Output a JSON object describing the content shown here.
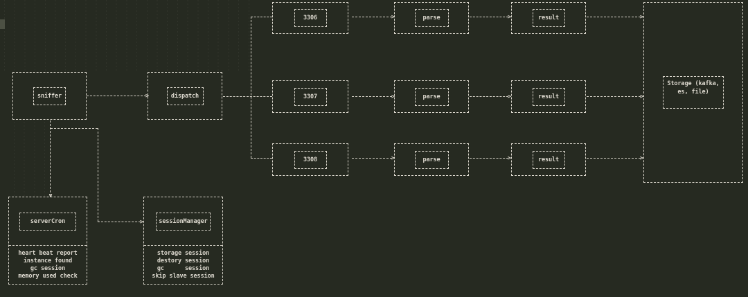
{
  "window": {
    "kind": "terminal ascii flow diagram",
    "colors": {
      "background": "#262a21",
      "foreground": "#dcd8ce",
      "scrollbar_thumb": "#4c5043"
    }
  },
  "glyphs": {
    "arrow_right": ">",
    "arrow_down": "v"
  },
  "diagram": {
    "sniffer": {
      "label": "sniffer"
    },
    "dispatch": {
      "label": "dispatch"
    },
    "port_3306": {
      "label": "3306"
    },
    "port_3307": {
      "label": "3307"
    },
    "port_3308": {
      "label": "3308"
    },
    "parse": {
      "label": "parse"
    },
    "result": {
      "label": "result"
    },
    "storage": {
      "label_line1": "Storage (kafka,",
      "label_line2": "es, file)"
    },
    "server_cron": {
      "label": "serverCron",
      "tasks": [
        "heart beat report",
        "instance found",
        "gc session",
        "memory used check"
      ]
    },
    "session_manager": {
      "label": "sessionManager",
      "tasks": [
        "storage session",
        "destory session",
        "gc      session",
        "skip slave session"
      ]
    }
  }
}
